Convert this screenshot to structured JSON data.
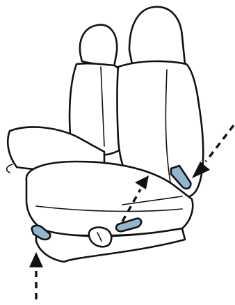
{
  "diagram": {
    "subject": "seat-adjustment-controls",
    "colors": {
      "ink": "#111111",
      "lever_fill": "#8fb8d0",
      "background": "#ffffff"
    },
    "callouts": [
      {
        "id": "front-lever",
        "icon": "up-arrow-icon"
      },
      {
        "id": "side-lever",
        "icon": "up-arrow-icon"
      },
      {
        "id": "recline-lever",
        "icon": "down-left-arrow-icon"
      }
    ]
  }
}
